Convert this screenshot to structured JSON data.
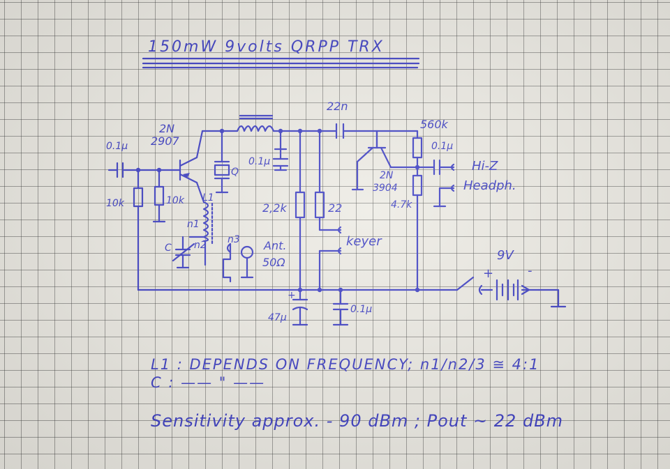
{
  "title": "150mW 9volts QRPP TRX",
  "components": {
    "coupling_cap_in": "0.1µ",
    "transistor_1_line1": "2N",
    "transistor_1_line2": "2907",
    "crystal": "Q",
    "bypass_cap_1": "0.1µ",
    "coupling_cap_22n": "22n",
    "resistor_bias": "560k",
    "transistor_2_line1": "2N",
    "transistor_2_line2": "3904",
    "coupling_cap_out": "0.1µ",
    "headphones_line1": "Hi-Z",
    "headphones_line2": "Headph.",
    "resistor_4k7": "4.7k",
    "resistor_10k_a": "10k",
    "resistor_10k_b": "10k",
    "inductor": "L1",
    "turns_n1": "n1",
    "turns_n2": "n2",
    "turns_n3": "n3",
    "trimmer": "C",
    "antenna_line1": "Ant.",
    "antenna_line2": "50Ω",
    "resistor_2k2": "2,2k",
    "resistor_22": "22",
    "keyer": "keyer",
    "battery_voltage": "9V",
    "battery_plus": "+",
    "battery_minus": "-",
    "electrolytic": "47µ",
    "electrolytic_plus": "+",
    "bypass_cap_2": "0.1µ"
  },
  "notes": {
    "line1": "L1 : DEPENDS ON FREQUENCY;  n1/n2/3 ≅ 4:1",
    "line2": "C :  —— \" ——",
    "line3": "Sensitivity approx. - 90 dBm ;  Pout ~ 22 dBm"
  },
  "colors": {
    "ink": "#3d3fc4",
    "paper": "#edebe4",
    "grid": "#5a5a5a"
  }
}
